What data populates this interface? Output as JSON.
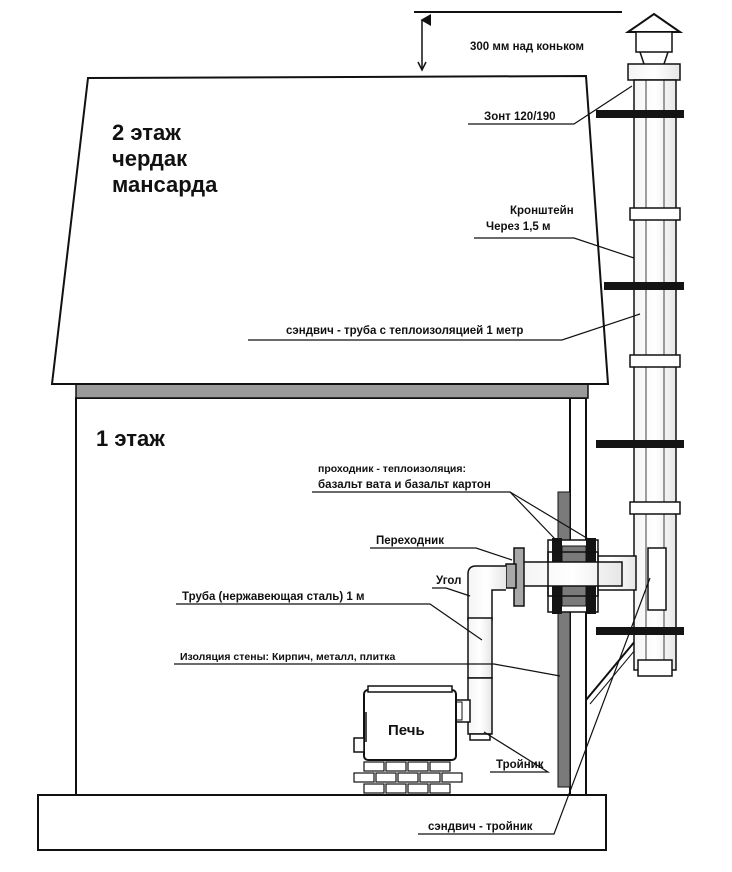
{
  "labels": {
    "ridge_height": "300 мм над коньком",
    "umbrella": "Зонт 120/190",
    "bracket_line1": "Кронштейн",
    "bracket_line2": "Через 1,5 м",
    "sandwich_pipe": "сэндвич - труба с теплоизоляцией 1 метр",
    "passthrough_line1": "проходник - теплоизоляция:",
    "passthrough_line2": "базальт вата и базальт картон",
    "adapter": "Переходник",
    "elbow": "Угол",
    "steel_pipe": "Труба (нержавеющая сталь) 1 м",
    "wall_insulation": "Изоляция стены: Кирпич, металл, плитка",
    "stove": "Печь",
    "tee": "Тройник",
    "sandwich_tee": "сэндвич - тройник"
  },
  "floors": {
    "second_line1": "2 этаж",
    "second_line2": "чердак",
    "second_line3": "мансарда",
    "first": "1 этаж"
  },
  "colors": {
    "outline": "#111111",
    "wall_insulation_fill": "#7a7a7a",
    "slab_fill": "#9a9a9a",
    "clamp_fill": "#141414",
    "adapter_fill": "#a8a8a8",
    "background": "#ffffff"
  }
}
